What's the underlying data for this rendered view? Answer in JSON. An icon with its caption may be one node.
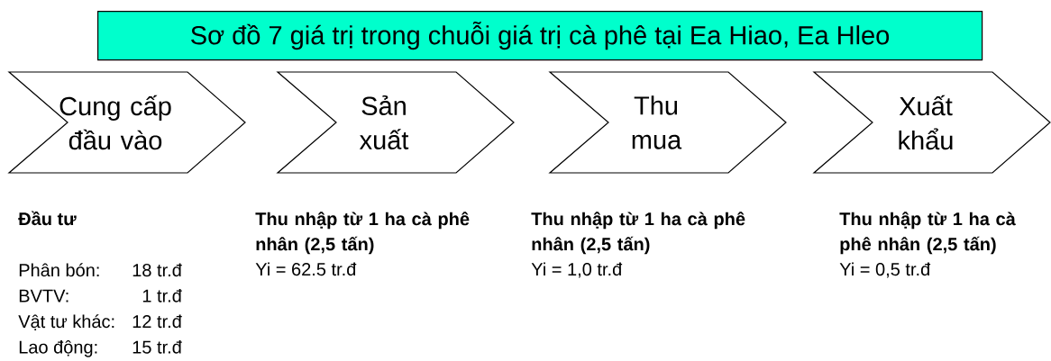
{
  "diagram": {
    "nodes": [
      {
        "text": [
          "Sơ đồ 7 giá trị trong chuỗi giá trị cà phê tại Ea Hiao, Ea Hleo"
        ]
      },
      {
        "text": [
          "Cung cấp đầu vào"
        ],
        "beside": [
          "Đầu tư",
          "Phân bón:",
          "18 tr.đ",
          "BVTV:",
          "1 tr.đ",
          "Vật tư khác:",
          "12 tr.đ",
          "Lao động:",
          "15 tr.đ"
        ]
      },
      {
        "text": [
          "Sản xuất"
        ],
        "beside": [
          "Thu nhập từ 1 ha cà phê nhân (2,5 tấn)",
          "Yi = 62.5 tr.đ"
        ]
      },
      {
        "text": [
          "Thu mua"
        ],
        "beside": [
          "Thu nhập từ 1 ha cà phê nhân (2,5 tấn)",
          "Yi = 1,0 tr.đ"
        ]
      },
      {
        "text": [
          "Xuất khẩu"
        ],
        "beside": [
          "Thu nhập từ 1 ha cà phê nhân (2,5 tấn)",
          "Yi = 0,5 tr.đ"
        ]
      }
    ]
  }
}
